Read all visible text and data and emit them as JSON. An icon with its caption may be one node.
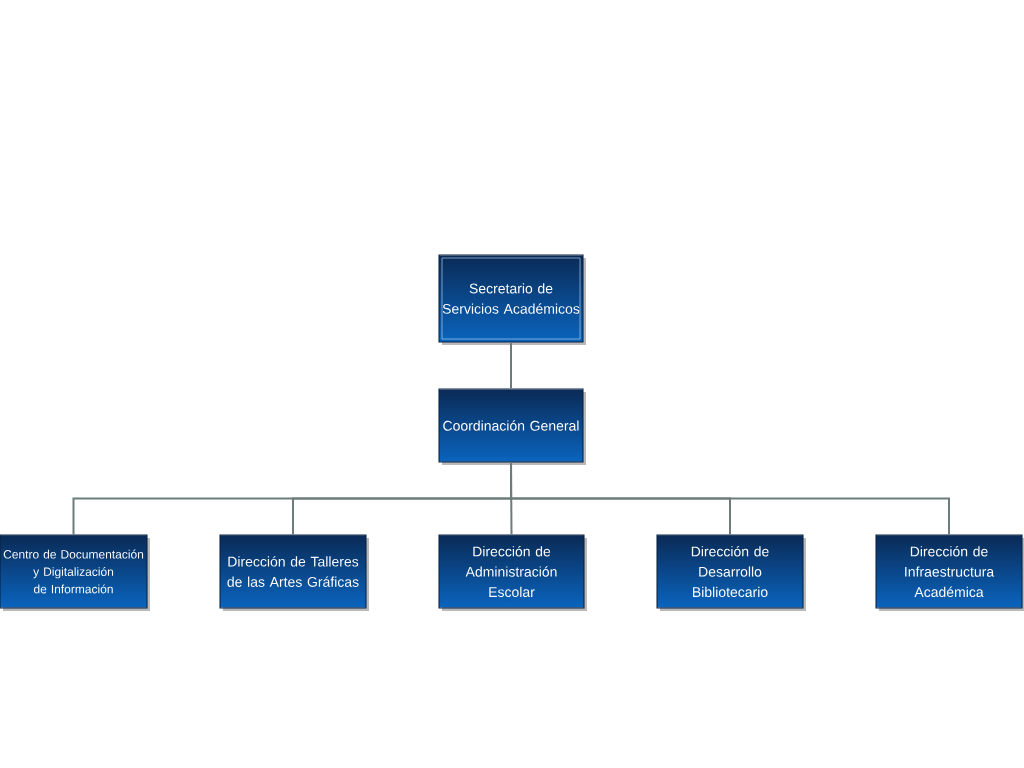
{
  "diagram": {
    "nodes": [
      {
        "text": [
          "Secretario de Servicios Académicos"
        ]
      },
      {
        "text": [
          "Coordinación General"
        ]
      },
      {
        "text": [
          "Centro de Documentación y Digitalización de Información"
        ]
      },
      {
        "text": [
          "Dirección de Talleres de las Artes Gráficas"
        ]
      },
      {
        "text": [
          "Dirección de Administración Escolar"
        ]
      },
      {
        "text": [
          "Dirección de Desarrollo Bibliotecario"
        ]
      },
      {
        "text": [
          "Dirección de Infraestructura Académica"
        ]
      }
    ],
    "edges": [
      {
        "from": 0,
        "to": 1,
        "arrow": "none"
      },
      {
        "from": 1,
        "to": 2,
        "arrow": "none"
      },
      {
        "from": 1,
        "to": 3,
        "arrow": "none"
      },
      {
        "from": 1,
        "to": 4,
        "arrow": "none"
      },
      {
        "from": 1,
        "to": 5,
        "arrow": "none"
      },
      {
        "from": 1,
        "to": 6,
        "arrow": "none"
      }
    ]
  }
}
